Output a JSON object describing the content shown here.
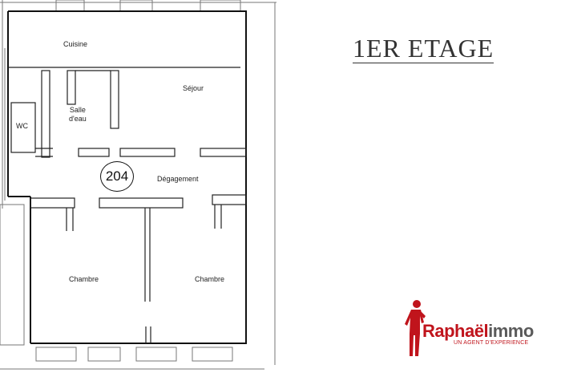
{
  "plan": {
    "floor_title": "1ER ETAGE",
    "unit_number": "204",
    "rooms": {
      "kitchen": "Cuisine",
      "living": "Séjour",
      "bathroom_line1": "Salle",
      "bathroom_line2": "d'eau",
      "wc": "WC",
      "hallway": "Dégagement",
      "bedroom_left": "Chambre",
      "bedroom_right": "Chambre"
    }
  },
  "logo": {
    "name_part1": "Raphaël",
    "name_part2": "immo",
    "tagline": "UN AGENT D'EXPERIENCE",
    "brand_color": "#c0141c"
  }
}
